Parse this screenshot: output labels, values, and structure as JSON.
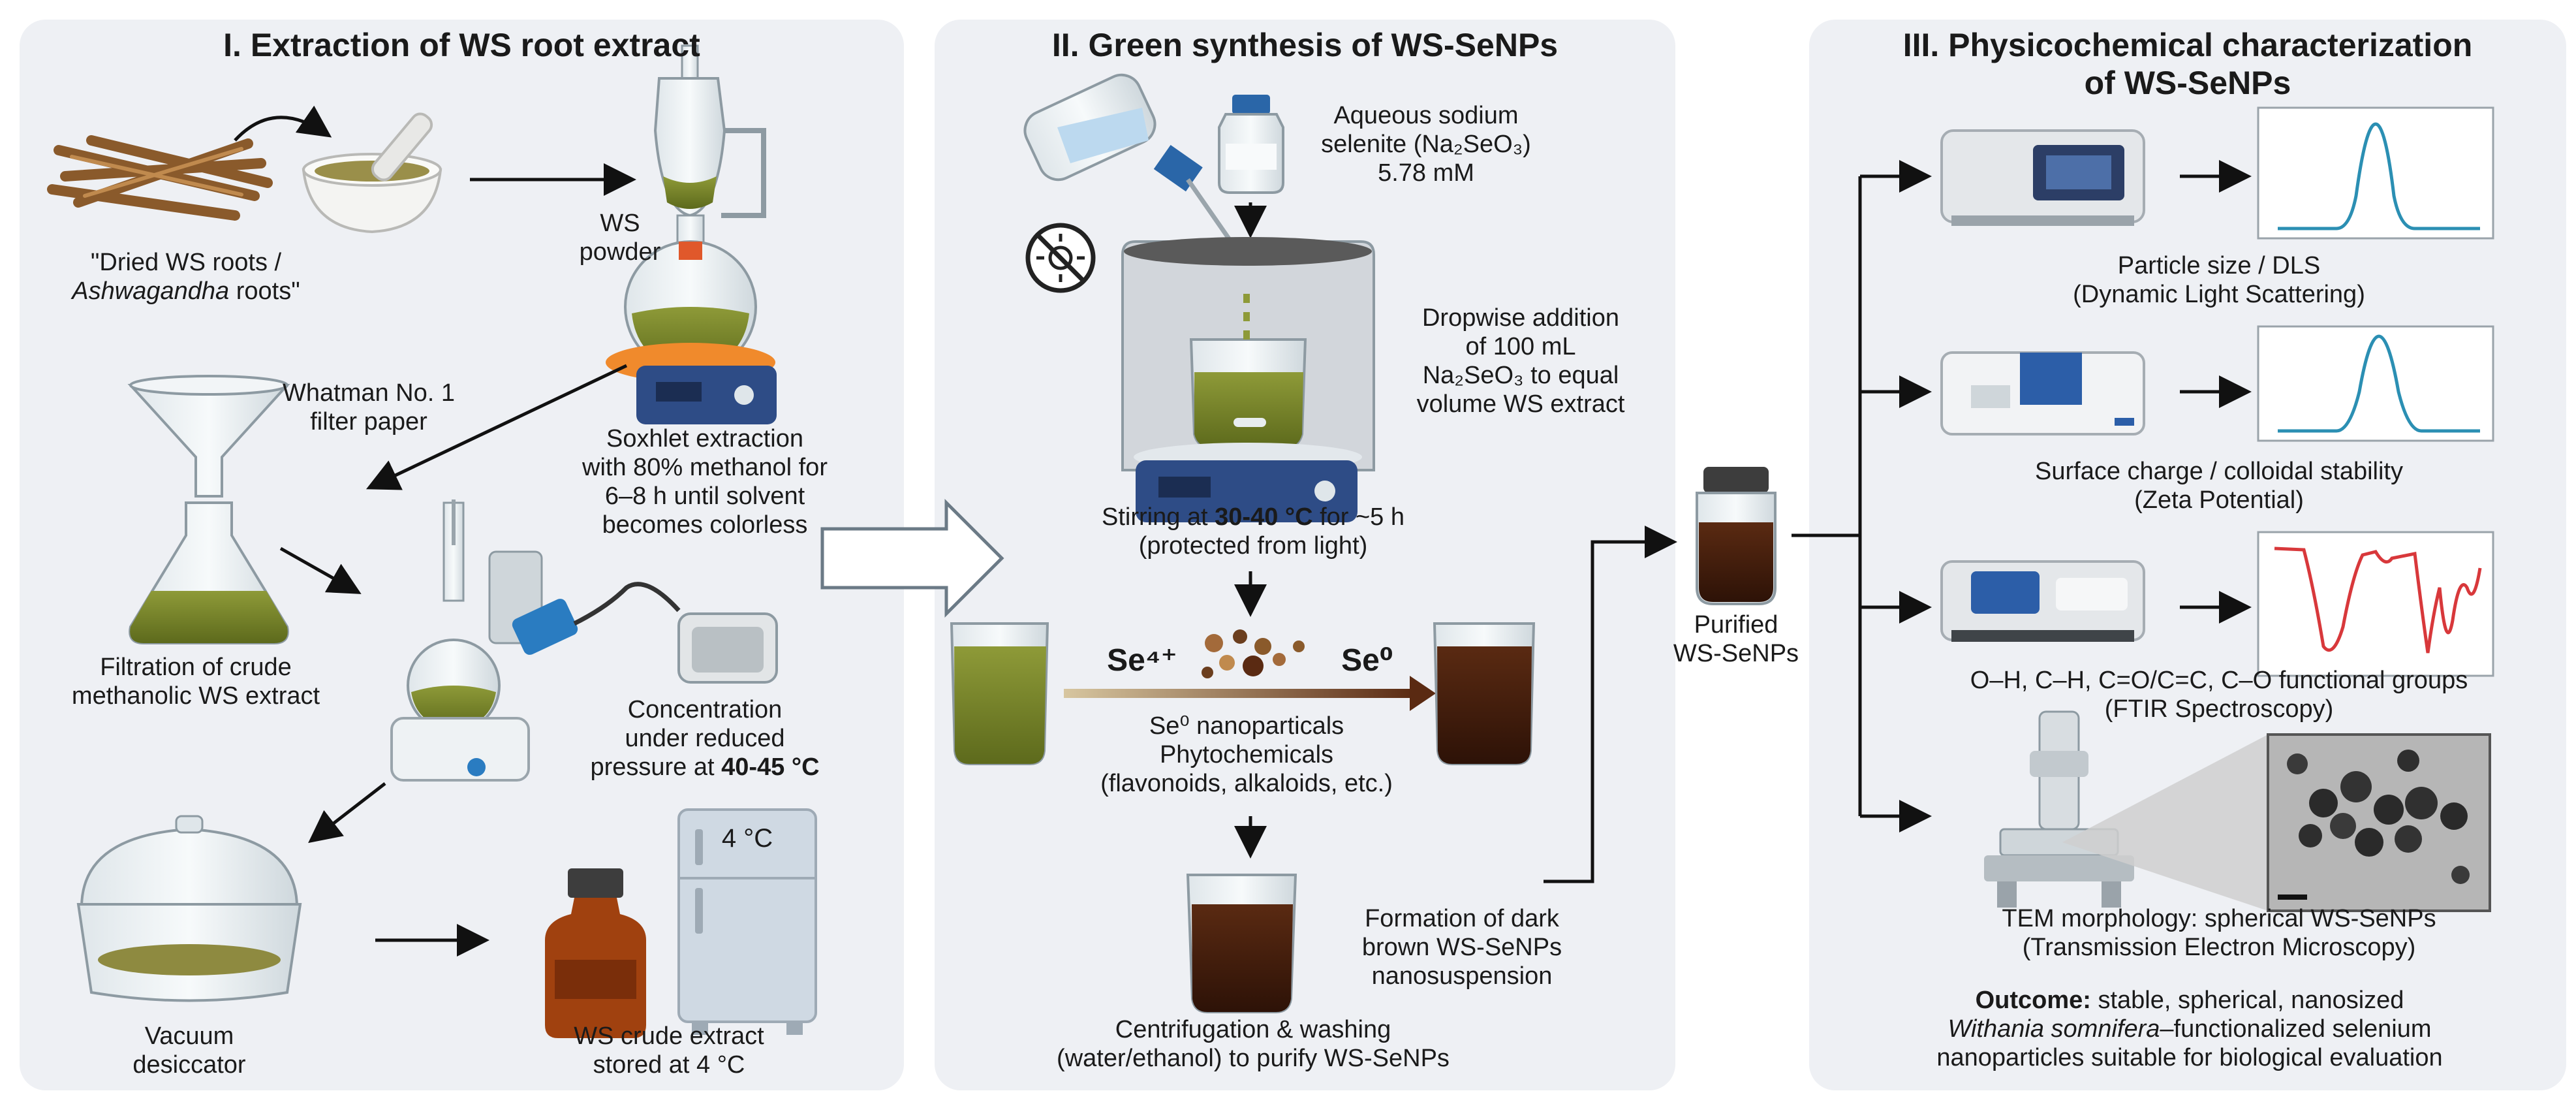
{
  "panels": {
    "p1": {
      "title": "I. Extraction of WS root extract",
      "dried_roots_line1": "\"Dried WS roots /",
      "dried_roots_line2a": "Ashwagandha",
      "dried_roots_line2b": " roots\"",
      "ws_powder_1": "WS",
      "ws_powder_2": "powder",
      "whatman_1": "Whatman No. 1",
      "whatman_2": "filter paper",
      "soxhlet_1": "Soxhlet extraction",
      "soxhlet_2": "with 80% methanol for",
      "soxhlet_3": "6–8 h until solvent",
      "soxhlet_4": "becomes colorless",
      "filtration_1": "Filtration of crude",
      "filtration_2": "methanolic WS extract",
      "conc_1": "Concentration",
      "conc_2": "under reduced",
      "conc_3a": "pressure at ",
      "conc_3b": "40-45 °C",
      "fridge_temp": "4 °C",
      "vacuum_1": "Vacuum",
      "vacuum_2": "desiccator",
      "stored_1": "WS crude extract",
      "stored_2": "stored at 4 °C"
    },
    "p2": {
      "title": "II. Green synthesis of WS-SeNPs",
      "selenite_1": "Aqueous sodium",
      "selenite_2": "selenite (Na₂SeO₃)",
      "selenite_3": "5.78 mM",
      "dropwise_1": "Dropwise addition",
      "dropwise_2": "of 100 mL",
      "dropwise_3": "Na₂SeO₃ to equal",
      "dropwise_4": "volume WS extract",
      "stirring_1a": "Stirring at ",
      "stirring_1b": "30-40 °C",
      "stirring_1c": "  for ~5 h",
      "stirring_2": "(protected from light)",
      "se4": "Se⁴⁺",
      "se0": "Se⁰",
      "nano_1": "Se⁰ nanoparticals",
      "nano_2": "Phytochemicals",
      "nano_3": "(flavonoids, alkaloids, etc.)",
      "formation_1": "Formation of dark",
      "formation_2": "brown WS-SeNPs",
      "formation_3": "nanosuspension",
      "centri_1": "Centrifugation & washing",
      "centri_2": "(water/ethanol) to purify WS-SeNPs",
      "purified_1": "Purified",
      "purified_2": "WS-SeNPs"
    },
    "p3": {
      "title_1": "III. Physicochemical characterization",
      "title_2": "of WS-SeNPs",
      "dls_1": "Particle size / DLS",
      "dls_2": "(Dynamic Light Scattering)",
      "zeta_1": "Surface charge / colloidal stability",
      "zeta_2": "(Zeta Potential)",
      "ftir_1": "O–H, C–H, C=O/C=C, C–O functional groups",
      "ftir_2": "(FTIR Spectroscopy)",
      "tem_1": "TEM morphology: spherical WS-SeNPs",
      "tem_2": "(Transmission Electron Microscopy)",
      "outcome_label": "Outcome:",
      "outcome_1": " stable, spherical, nanosized",
      "outcome_2a": "Withania somnifera",
      "outcome_2b": "–functionalized selenium",
      "outcome_3": "nanoparticles suitable for biological evaluation"
    }
  },
  "colors": {
    "panel_bg": "#eef0f4",
    "extract_green": "#7d8a2c",
    "dark_brown": "#4a1f0e",
    "amber": "#a0410f",
    "curve_blue": "#2b8fb3",
    "curve_red": "#d8383b"
  }
}
